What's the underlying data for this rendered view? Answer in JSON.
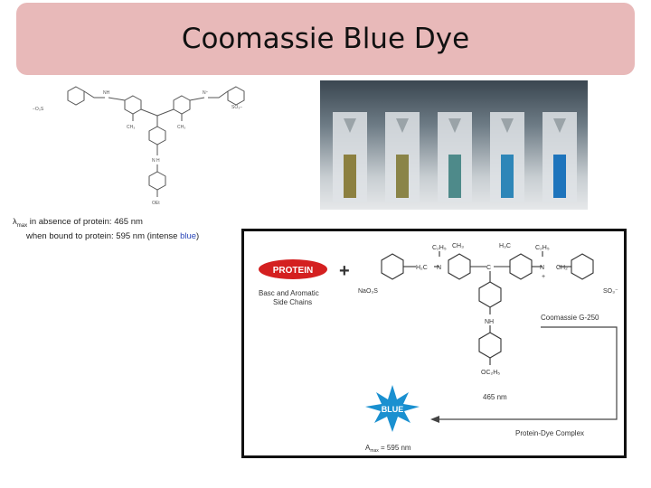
{
  "slide": {
    "title": "Coomassie Blue Dye"
  },
  "structure_top": {
    "left_group": "−O₃S",
    "right_group": "SO₃−",
    "nh_left": "NH",
    "nh_right": "N⁺",
    "ch3_left": "CH₃",
    "ch3_right": "CH₃",
    "nh_mid": "N H",
    "bottom_group": "OEt"
  },
  "lambda_info": {
    "symbol": "λ",
    "subscript": "max",
    "line1": "in absence of protein: 465 nm",
    "line2_prefix": "when bound to protein: 595 nm (intense ",
    "line2_blue": "blue",
    "line2_suffix": ")"
  },
  "photo": {
    "tube_colors": [
      "#8c8040",
      "#8a8448",
      "#4e8a8a",
      "#2e86b8",
      "#1e74bc"
    ]
  },
  "reaction": {
    "protein_label": "PROTEIN",
    "plus": "+",
    "side_chains_line1": "Basc and Aromatic",
    "side_chains_line2": "Side Chains",
    "h2c": "H₂C",
    "n1": "N",
    "n2": "N",
    "c2h5_1": "C₂H₅",
    "c2h5_2": "C₂H₅",
    "ch3_1": "CH₃",
    "h3c": "H₃C",
    "c_center": "C",
    "ch2": "CH₂",
    "plus_charge": "+",
    "nao3s": "NaO₃S",
    "so3": "SO₃⁻",
    "nh": "NH",
    "oc2h5": "OC₂H₅",
    "dye_name": "Coomassie G-250",
    "nm465": "465 nm",
    "blue_label": "BLUE",
    "complex_label": "Protein-Dye Complex",
    "amax_label": "A",
    "amax_sub": "max",
    "amax_value": " = 595 nm"
  },
  "colors": {
    "banner": "#e8b9b9",
    "protein_red": "#d42020",
    "blue_star": "#1a90d0",
    "lambda_blue": "#2a46b8"
  }
}
